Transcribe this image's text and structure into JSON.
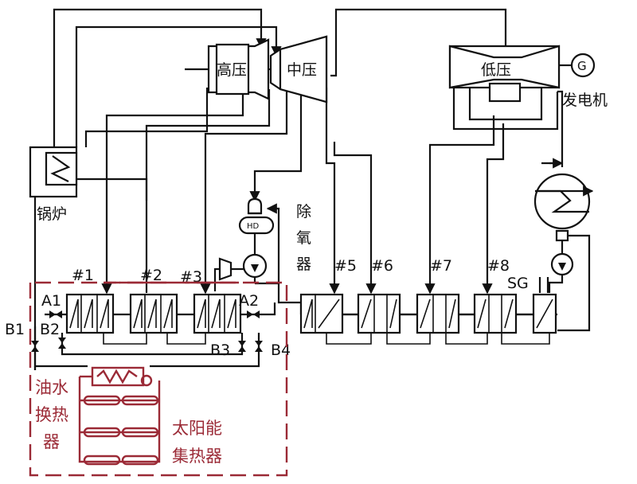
{
  "turbines": {
    "hp": "高压",
    "ip": "中压",
    "lp": "低压"
  },
  "generator": {
    "symbol": "G",
    "label": "发电机"
  },
  "boiler": "锅炉",
  "deaerator": {
    "tag": "HD",
    "label_line1": "除",
    "label_line2": "氧",
    "label_line3": "器"
  },
  "heaters": [
    "#1",
    "#2",
    "#3",
    "#5",
    "#6",
    "#7",
    "#8"
  ],
  "seal_gland": "SG",
  "valves": [
    "A1",
    "A2",
    "B1",
    "B2",
    "B3",
    "B4"
  ],
  "solar": {
    "oil_water_hx_line1": "油水",
    "oil_water_hx_line2": "换热",
    "oil_water_hx_line3": "器",
    "collector_line1": "太阳能",
    "collector_line2": "集热器"
  },
  "colors": {
    "line": "#111111",
    "solar_loop": "#9b2a36",
    "background": "#ffffff"
  }
}
